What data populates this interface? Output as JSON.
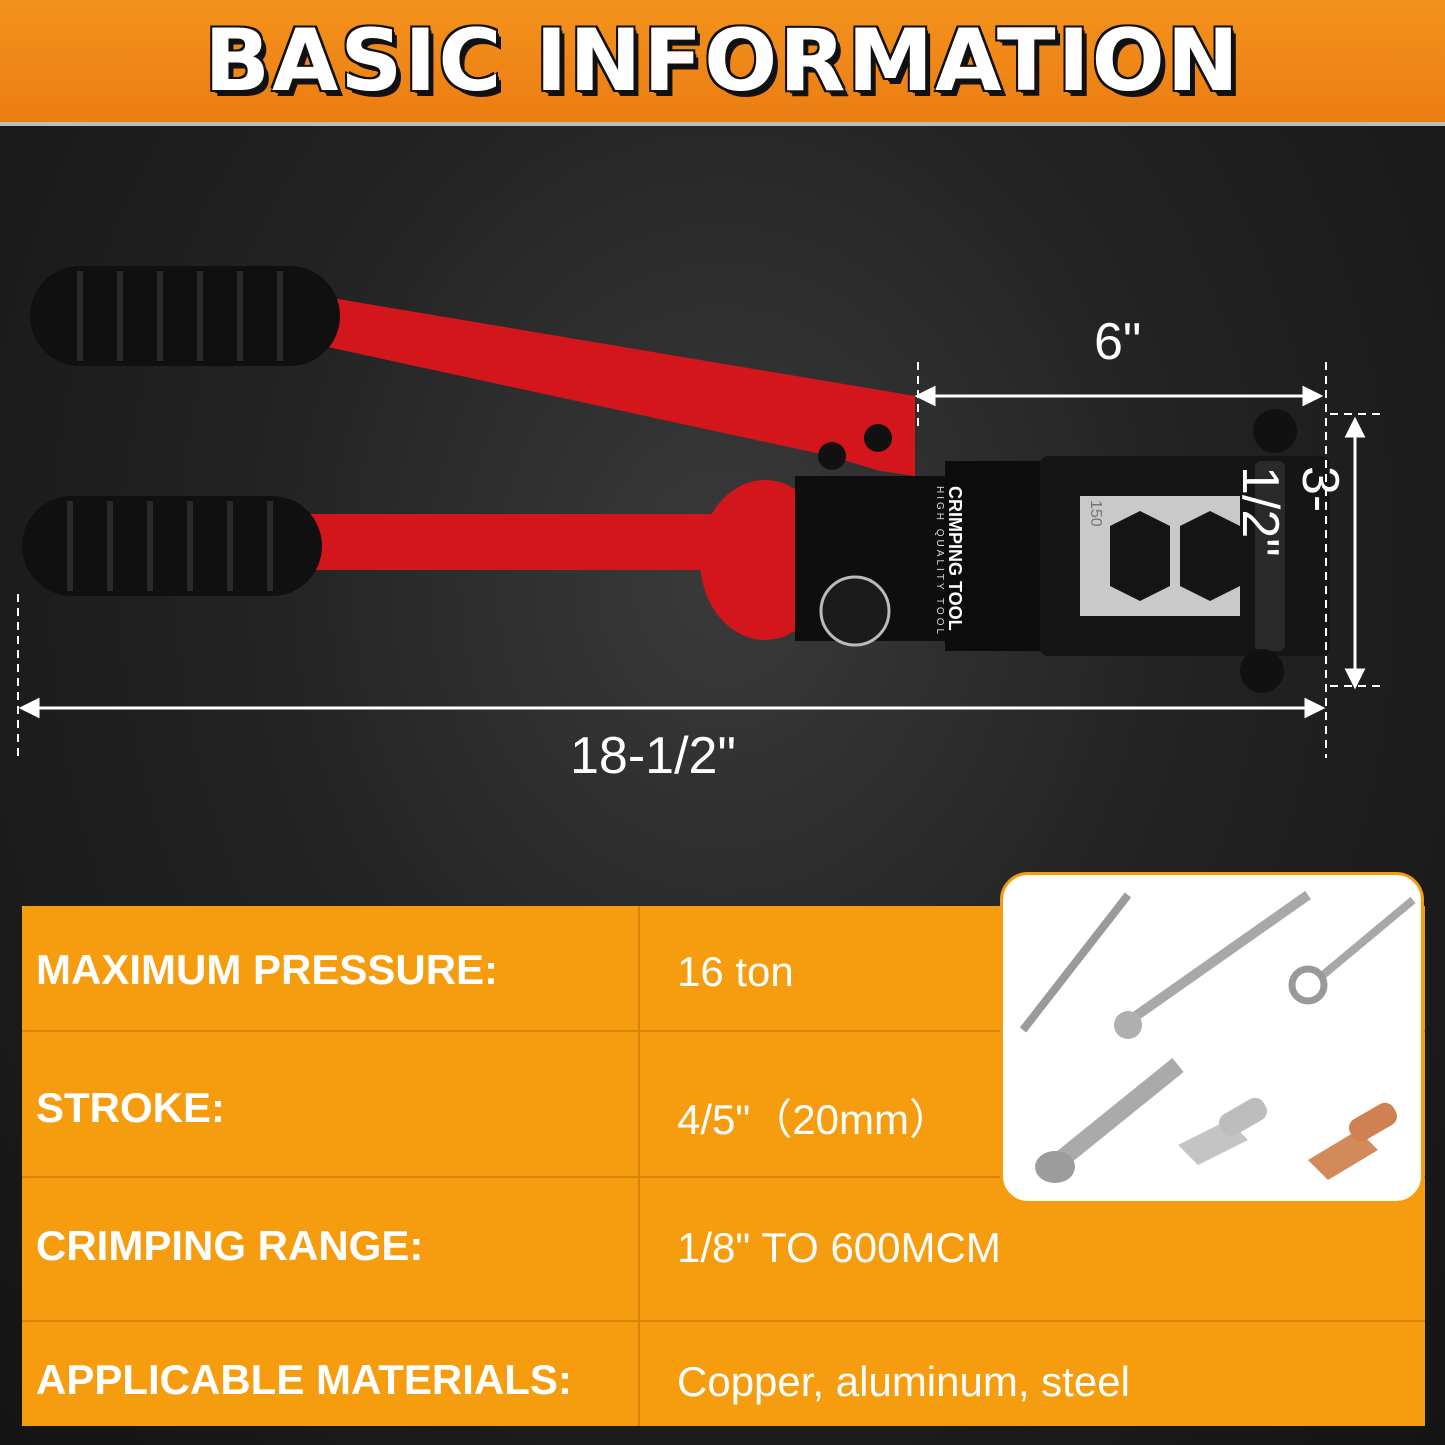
{
  "banner": {
    "title": "BASIC INFORMATION"
  },
  "dimensions": {
    "width_head": "6\"",
    "length": "18-1/2\"",
    "height": "3-1/2\""
  },
  "tool_label": {
    "brand": "CRIMPING TOOL",
    "tagline": "HIGH QUALITY TOOL",
    "die_size": "150"
  },
  "specs": [
    {
      "label": "MAXIMUM PRESSURE:",
      "value": "16 ton"
    },
    {
      "label": "STROKE:",
      "value": "4/5\"（20mm）"
    },
    {
      "label": "CRIMPING RANGE:",
      "value": "1/8\" TO 600MCM"
    },
    {
      "label": "APPLICABLE MATERIALS:",
      "value": "Copper, aluminum, steel"
    }
  ],
  "colors": {
    "accent": "#f59c0f",
    "handle_red": "#d3161c",
    "grip_black": "#111111"
  }
}
